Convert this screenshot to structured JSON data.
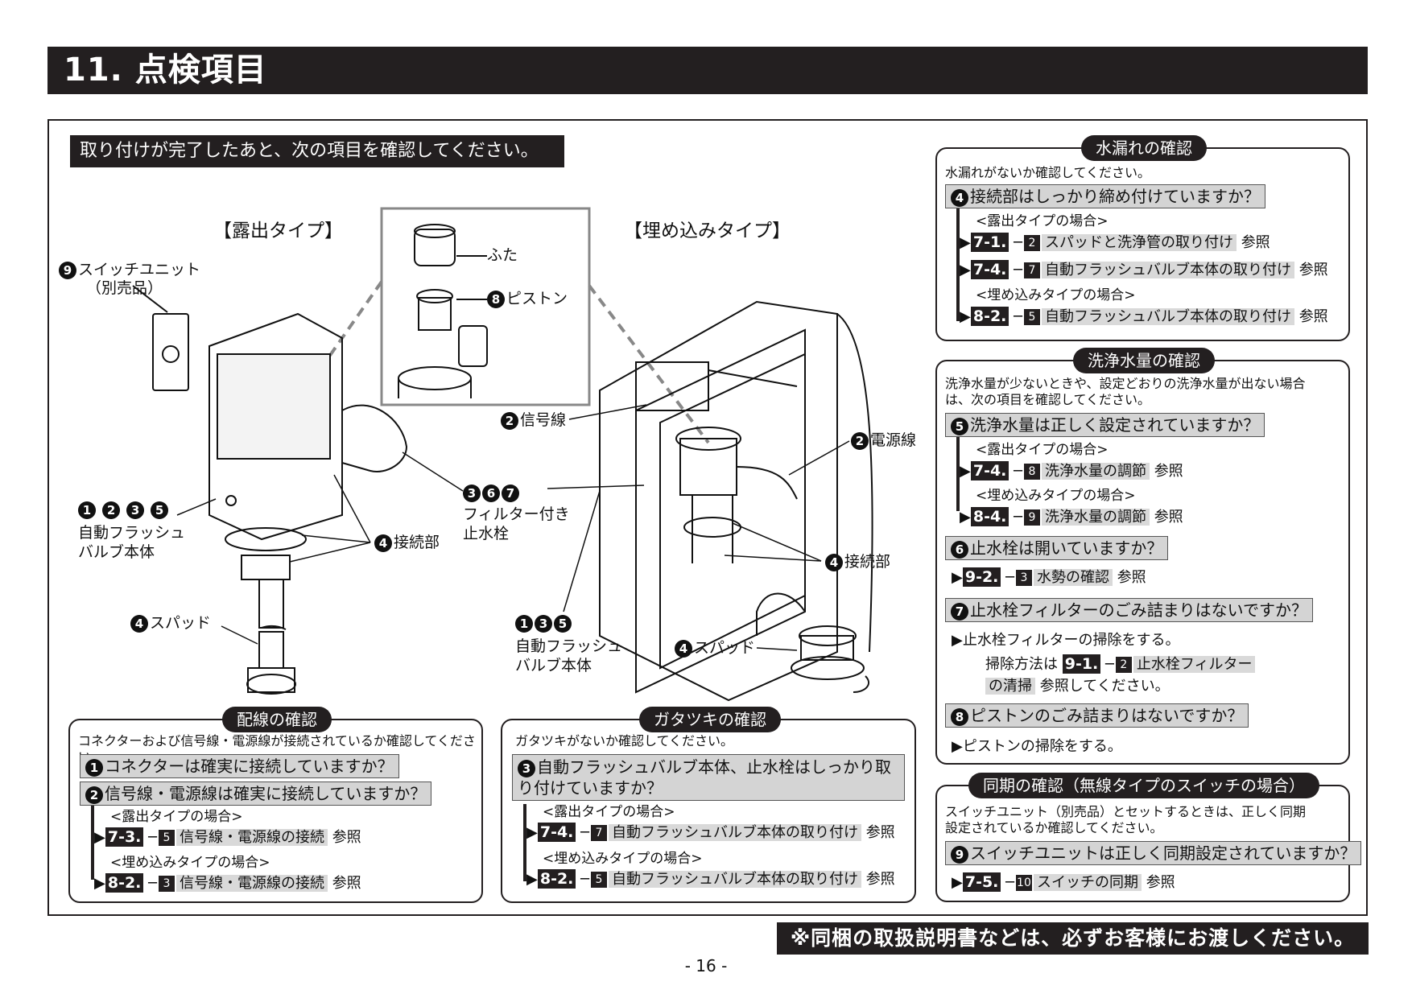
{
  "page_title": "11. 点検項目",
  "intro": "取り付けが完了したあと、次の項目を確認してください。",
  "labels": {
    "exposed_type": "【露出タイプ】",
    "embedded_type": "【埋め込みタイプ】",
    "switch_unit": "スイッチユニット",
    "switch_unit_note": "（別売品）",
    "lid": "ふた",
    "piston": "ピストン",
    "signal_wire": "信号線",
    "power_wire": "電源線",
    "stop_valve_with_filter_1": "フィルター付き",
    "stop_valve_with_filter_2": "止水栓",
    "flush_valve_1": "自動フラッシュ",
    "flush_valve_2": "バルブ本体",
    "joint": "接続部",
    "spud": "スパッド"
  },
  "wiring": {
    "title": "配線の確認",
    "desc": "コネクターおよび信号線・電源線が接続されているか確認してください。",
    "q1": "コネクターは確実に接続していますか？",
    "q2": "信号線・電源線は確実に接続していますか？",
    "sub_exposed": "<露出タイプの場合>",
    "sub_embedded": "<埋め込みタイプの場合>",
    "ref1_sec": "7-3.",
    "ref1_item": "5",
    "ref1_text": "信号線・電源線の接続",
    "ref2_sec": "8-2.",
    "ref2_item": "3",
    "ref2_text": "信号線・電源線の接続",
    "see": "参照"
  },
  "rattle": {
    "title": "ガタツキの確認",
    "desc": "ガタツキがないか確認してください。",
    "q1": "自動フラッシュバルブ本体、止水栓はしっかり取り付けていますか？",
    "sub_exposed": "<露出タイプの場合>",
    "sub_embedded": "<埋め込みタイプの場合>",
    "ref1_sec": "7-4.",
    "ref1_item": "7",
    "ref1_text": "自動フラッシュバルブ本体の取り付け",
    "ref2_sec": "8-2.",
    "ref2_item": "5",
    "ref2_text": "自動フラッシュバルブ本体の取り付け",
    "see": "参照"
  },
  "leak": {
    "title": "水漏れの確認",
    "desc": "水漏れがないか確認してください。",
    "q1": "接続部はしっかり締め付けていますか？",
    "sub_exposed": "<露出タイプの場合>",
    "sub_embedded": "<埋め込みタイプの場合>",
    "ref1_sec": "7-1.",
    "ref1_item": "2",
    "ref1_text": "スパッドと洗浄管の取り付け",
    "ref2_sec": "7-4.",
    "ref2_item": "7",
    "ref2_text": "自動フラッシュバルブ本体の取り付け",
    "ref3_sec": "8-2.",
    "ref3_item": "5",
    "ref3_text": "自動フラッシュバルブ本体の取り付け",
    "see": "参照"
  },
  "volume": {
    "title": "洗浄水量の確認",
    "desc1": "洗浄水量が少ないときや、設定どおりの洗浄水量が出ない場合",
    "desc2": "は、次の項目を確認してください。",
    "q5": "洗浄水量は正しく設定されていますか？",
    "sub_exposed": "<露出タイプの場合>",
    "sub_embedded": "<埋め込みタイプの場合>",
    "ref1_sec": "7-4.",
    "ref1_item": "8",
    "ref1_text": "洗浄水量の調節",
    "ref2_sec": "8-4.",
    "ref2_item": "9",
    "ref2_text": "洗浄水量の調節",
    "q6": "止水栓は開いていますか？",
    "ref3_sec": "9-2.",
    "ref3_item": "3",
    "ref3_text": "水勢の確認",
    "q7": "止水栓フィルターのごみ詰まりはないですか？",
    "a7": "止水栓フィルターの掃除をする。",
    "a7_method": "掃除方法は",
    "ref4_sec": "9-1.",
    "ref4_item": "2",
    "ref4_text": "止水栓フィルター",
    "ref4_text2": "の清掃",
    "ref4_tail": "参照してください。",
    "q8": "ピストンのごみ詰まりはないですか？",
    "a8": "ピストンの掃除をする。",
    "see": "参照"
  },
  "sync": {
    "title": "同期の確認（無線タイプのスイッチの場合）",
    "desc1": "スイッチユニット（別売品）とセットするときは、正しく同期",
    "desc2": "設定されているか確認してください。",
    "q9": "スイッチユニットは正しく同期設定されていますか？",
    "ref1_sec": "7-5.",
    "ref1_item": "10",
    "ref1_text": "スイッチの同期",
    "see": "参照"
  },
  "nums": {
    "n1": "1",
    "n2": "2",
    "n3": "3",
    "n4": "4",
    "n5": "5",
    "n6": "6",
    "n7": "7",
    "n8": "8",
    "n9": "9"
  },
  "footer_note": "※同梱の取扱説明書などは、必ずお客様にお渡しください。",
  "page_number": "- 16 -"
}
